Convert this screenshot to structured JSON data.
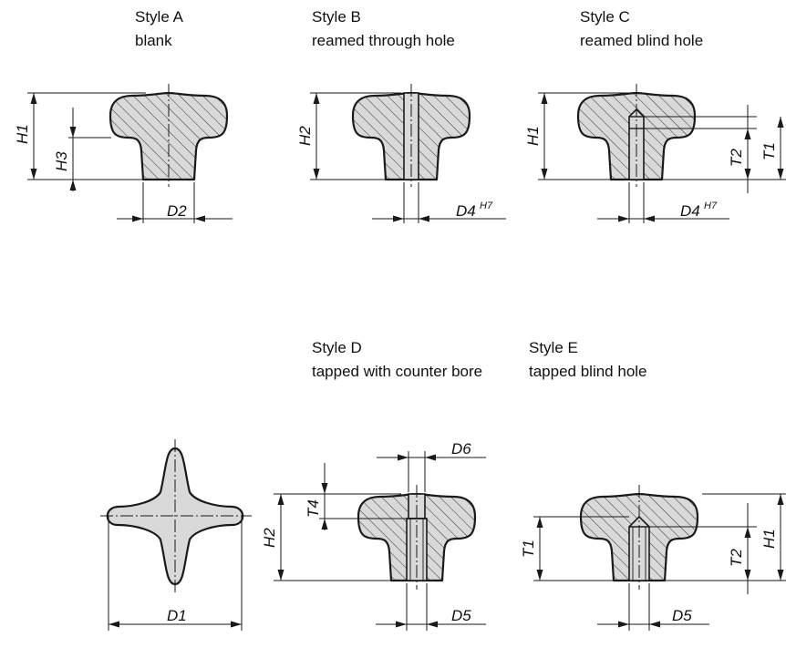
{
  "captions": {
    "style_a": {
      "title": "Style A",
      "desc": "blank"
    },
    "style_b": {
      "title": "Style B",
      "desc": "reamed through hole"
    },
    "style_c": {
      "title": "Style C",
      "desc": "reamed blind hole"
    },
    "style_d": {
      "title": "Style D",
      "desc": "tapped with counter bore"
    },
    "style_e": {
      "title": "Style E",
      "desc": "tapped blind hole"
    }
  },
  "dimensions": {
    "h1": "H1",
    "h2": "H2",
    "h3": "H3",
    "t1": "T1",
    "t2": "T2",
    "t4": "T4",
    "d1": "D1",
    "d2": "D2",
    "d4": "D4",
    "d4_tol": "H7",
    "d5": "D5",
    "d6": "D6"
  }
}
